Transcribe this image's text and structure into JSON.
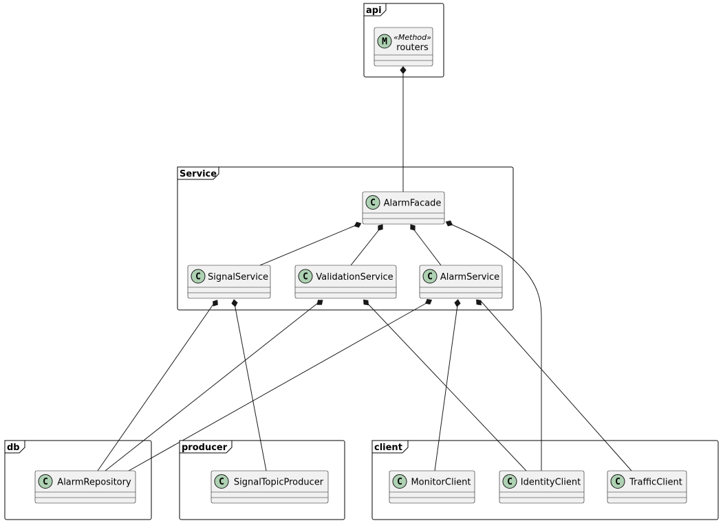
{
  "packages": [
    {
      "id": "api",
      "label": "api"
    },
    {
      "id": "service",
      "label": "Service"
    },
    {
      "id": "db",
      "label": "db"
    },
    {
      "id": "producer",
      "label": "producer"
    },
    {
      "id": "client",
      "label": "client"
    }
  ],
  "classes": [
    {
      "id": "routers",
      "name": "routers",
      "letter": "M",
      "stereotype": "«Method»",
      "package": "api"
    },
    {
      "id": "AlarmFacade",
      "name": "AlarmFacade",
      "letter": "C",
      "package": "service"
    },
    {
      "id": "SignalService",
      "name": "SignalService",
      "letter": "C",
      "package": "service"
    },
    {
      "id": "ValidationService",
      "name": "ValidationService",
      "letter": "C",
      "package": "service"
    },
    {
      "id": "AlarmService",
      "name": "AlarmService",
      "letter": "C",
      "package": "service"
    },
    {
      "id": "AlarmRepository",
      "name": "AlarmRepository",
      "letter": "C",
      "package": "db"
    },
    {
      "id": "SignalTopicProducer",
      "name": "SignalTopicProducer",
      "letter": "C",
      "package": "producer"
    },
    {
      "id": "MonitorClient",
      "name": "MonitorClient",
      "letter": "C",
      "package": "client"
    },
    {
      "id": "IdentityClient",
      "name": "IdentityClient",
      "letter": "C",
      "package": "client"
    },
    {
      "id": "TrafficClient",
      "name": "TrafficClient",
      "letter": "C",
      "package": "client"
    }
  ],
  "relations": [
    {
      "whole": "routers",
      "part": "AlarmFacade",
      "type": "composition"
    },
    {
      "whole": "AlarmFacade",
      "part": "SignalService",
      "type": "composition"
    },
    {
      "whole": "AlarmFacade",
      "part": "ValidationService",
      "type": "composition"
    },
    {
      "whole": "AlarmFacade",
      "part": "AlarmService",
      "type": "composition"
    },
    {
      "whole": "AlarmFacade",
      "part": "IdentityClient",
      "type": "composition"
    },
    {
      "whole": "SignalService",
      "part": "AlarmRepository",
      "type": "composition"
    },
    {
      "whole": "SignalService",
      "part": "SignalTopicProducer",
      "type": "composition"
    },
    {
      "whole": "ValidationService",
      "part": "AlarmRepository",
      "type": "composition"
    },
    {
      "whole": "ValidationService",
      "part": "IdentityClient",
      "type": "composition"
    },
    {
      "whole": "AlarmService",
      "part": "AlarmRepository",
      "type": "composition"
    },
    {
      "whole": "AlarmService",
      "part": "MonitorClient",
      "type": "composition"
    },
    {
      "whole": "AlarmService",
      "part": "TrafficClient",
      "type": "composition"
    }
  ],
  "colors": {
    "class_fill": "#f1f1f1",
    "class_icon": "#add1b2",
    "line": "#181818"
  }
}
